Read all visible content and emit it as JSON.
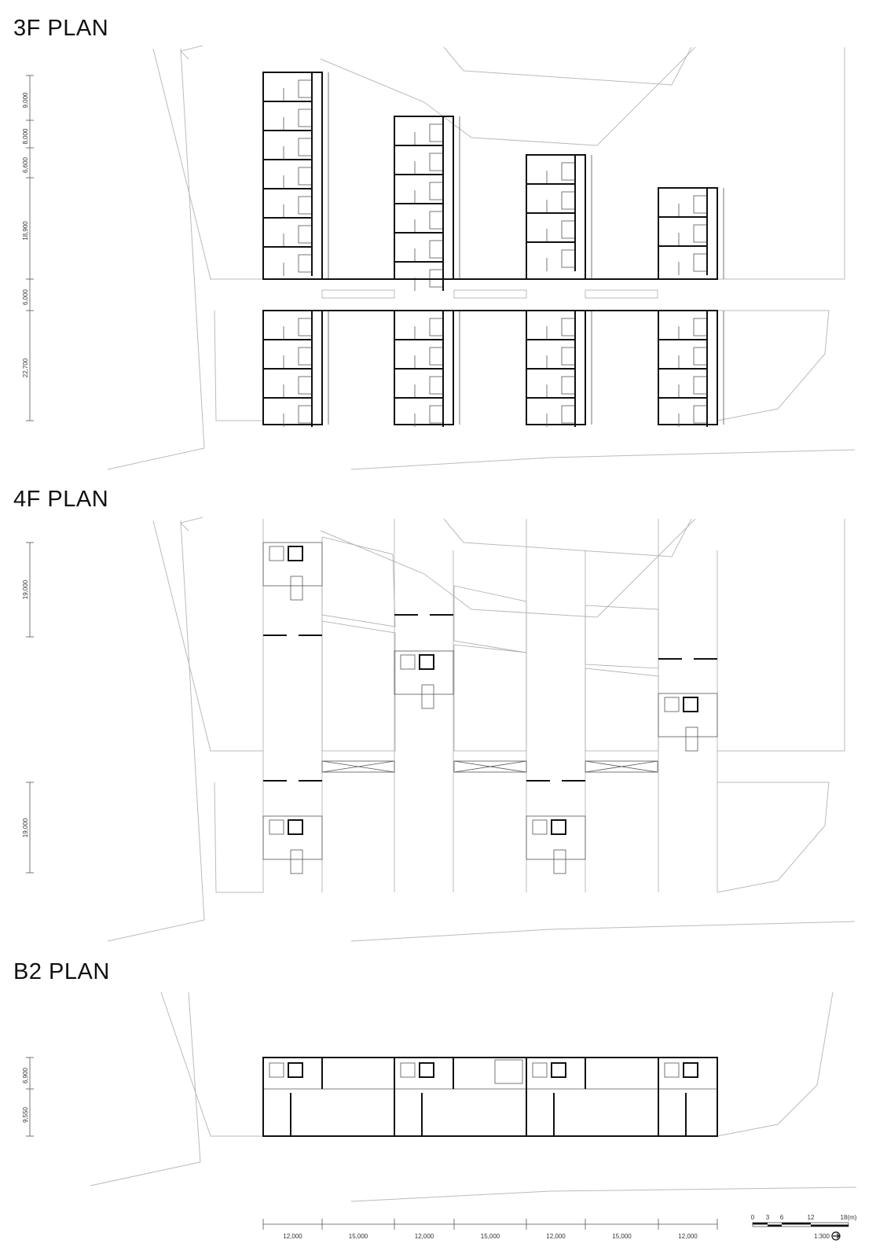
{
  "plans": [
    {
      "title": "3F PLAN",
      "dims": [
        "9,000",
        "8,000",
        "6,600",
        "18,900",
        "6,000",
        "22,700"
      ]
    },
    {
      "title": "4F PLAN",
      "dims": [
        "19,000",
        "19,000"
      ]
    },
    {
      "title": "B2 PLAN",
      "dims": [
        "6,900",
        "9,550"
      ]
    }
  ],
  "bottom_dims": [
    "12,000",
    "15,000",
    "12,000",
    "15,000",
    "12,000",
    "15,000",
    "12,000"
  ],
  "scale_bar": {
    "ticks": [
      "0",
      "3",
      "6",
      "12",
      "18(m)"
    ],
    "ratio": "1:300",
    "north_icon": "north-arrow-icon"
  }
}
